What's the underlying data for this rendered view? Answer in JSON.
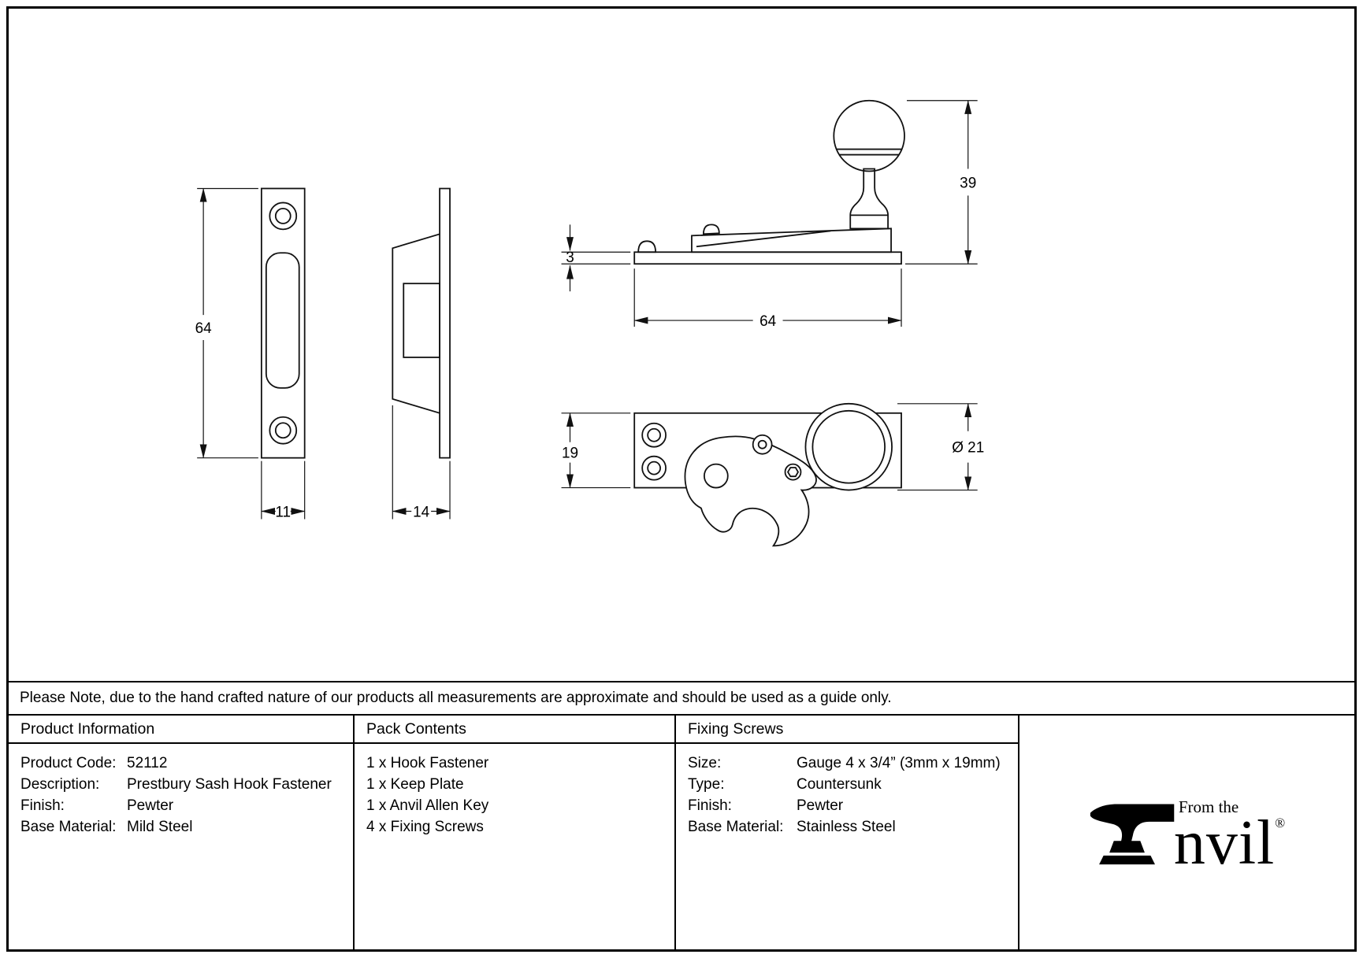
{
  "note": {
    "text": "Please Note, due to the hand crafted nature of our products all measurements are approximate and should be used as a guide only."
  },
  "dimensions": {
    "keep_plate": {
      "height": "64",
      "width": "11",
      "depth": "14"
    },
    "fastener": {
      "height": "39",
      "plate_thickness": "3",
      "length": "64",
      "plate_width": "19",
      "knob_diameter": "Ø 21"
    }
  },
  "table": {
    "product_information": {
      "header": "Product Information",
      "rows": [
        {
          "label": "Product Code:",
          "value": "52112"
        },
        {
          "label": "Description:",
          "value": "Prestbury Sash Hook Fastener"
        },
        {
          "label": "Finish:",
          "value": "Pewter"
        },
        {
          "label": "Base Material:",
          "value": "Mild Steel"
        }
      ]
    },
    "pack_contents": {
      "header": "Pack Contents",
      "items": [
        "1 x Hook Fastener",
        "1 x Keep Plate",
        "1 x Anvil Allen Key",
        "4 x Fixing Screws"
      ]
    },
    "fixing_screws": {
      "header": "Fixing Screws",
      "rows": [
        {
          "label": "Size:",
          "value": "Gauge 4 x 3/4” (3mm x 19mm)"
        },
        {
          "label": "Type:",
          "value": "Countersunk"
        },
        {
          "label": "Finish:",
          "value": "Pewter"
        },
        {
          "label": "Base Material:",
          "value": "Stainless Steel"
        }
      ]
    }
  },
  "logo": {
    "tagline": "From the",
    "wordmark_suffix": "nvil",
    "registered_mark": "®",
    "icon": "anvil-icon"
  }
}
